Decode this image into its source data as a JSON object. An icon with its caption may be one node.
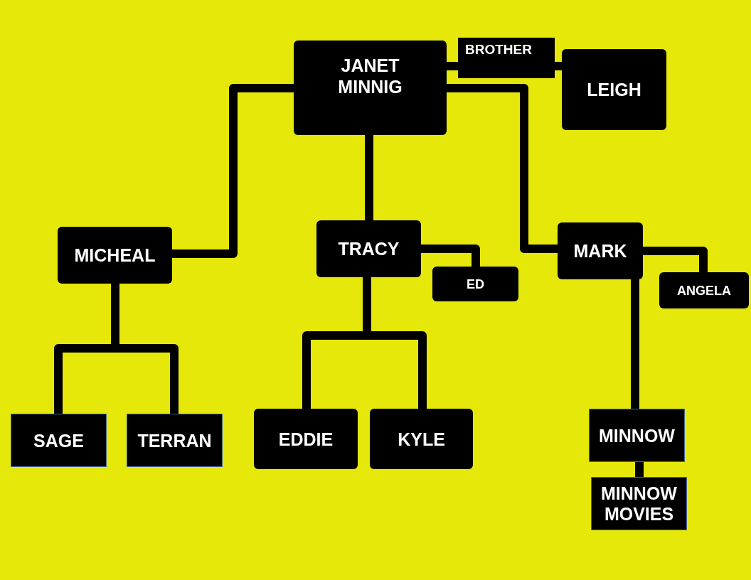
{
  "diagram": {
    "nodes": [
      {
        "text": [
          "JANET MINNIG"
        ]
      },
      {
        "text": [
          "BROTHER"
        ]
      },
      {
        "text": [
          "LEIGH"
        ]
      },
      {
        "text": [
          "MICHEAL"
        ]
      },
      {
        "text": [
          "TRACY"
        ]
      },
      {
        "text": [
          "ED"
        ]
      },
      {
        "text": [
          "MARK"
        ]
      },
      {
        "text": [
          "ANGELA"
        ]
      },
      {
        "text": [
          "SAGE"
        ]
      },
      {
        "text": [
          "TERRAN"
        ]
      },
      {
        "text": [
          "EDDIE"
        ]
      },
      {
        "text": [
          "KYLE"
        ]
      },
      {
        "text": [
          "MINNOW"
        ]
      },
      {
        "text": [
          "MINNOW MOVIES"
        ]
      }
    ],
    "edges": [
      {
        "from": 0,
        "to": 1,
        "arrow": "none"
      },
      {
        "from": 1,
        "to": 2,
        "arrow": "none"
      },
      {
        "from": 0,
        "to": 3,
        "arrow": "none"
      },
      {
        "from": 0,
        "to": 4,
        "arrow": "none"
      },
      {
        "from": 0,
        "to": 6,
        "arrow": "none"
      },
      {
        "from": 3,
        "to": 8,
        "arrow": "none"
      },
      {
        "from": 3,
        "to": 9,
        "arrow": "none"
      },
      {
        "from": 4,
        "to": 10,
        "arrow": "none"
      },
      {
        "from": 4,
        "to": 11,
        "arrow": "none"
      },
      {
        "from": 4,
        "to": 5,
        "arrow": "none"
      },
      {
        "from": 6,
        "to": 7,
        "arrow": "none"
      },
      {
        "from": 6,
        "to": 12,
        "arrow": "none"
      },
      {
        "from": 12,
        "to": 13,
        "arrow": "none"
      }
    ]
  }
}
